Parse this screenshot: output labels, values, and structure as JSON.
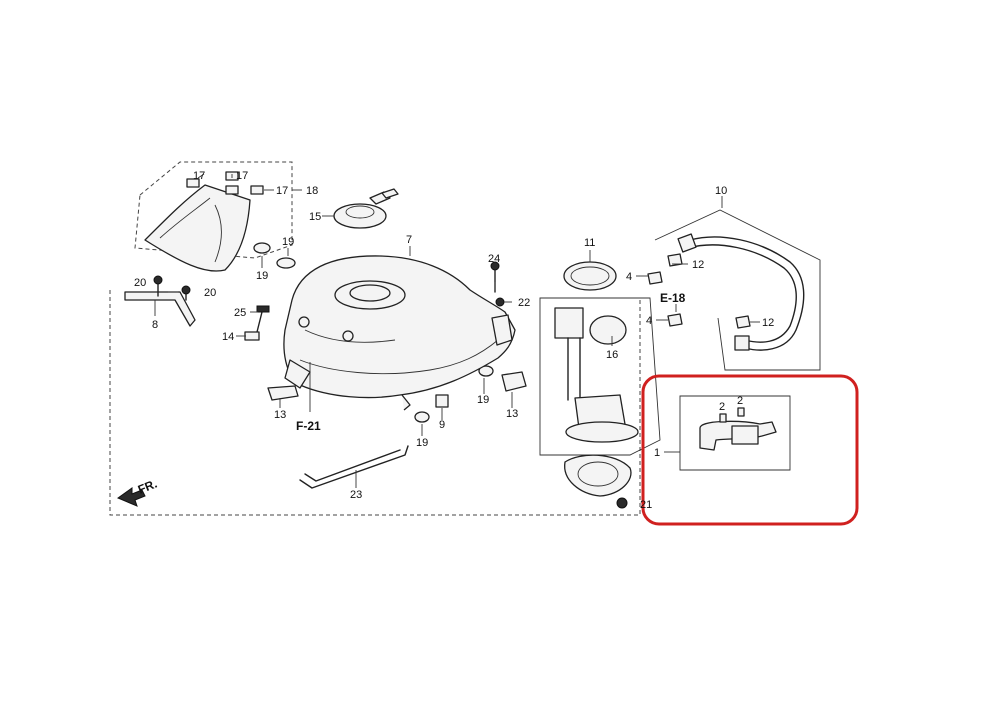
{
  "diagram": {
    "callouts": {
      "c1": "1",
      "c2a": "2",
      "c2b": "2",
      "c4a": "4",
      "c4b": "4",
      "c7": "7",
      "c8": "8",
      "c9": "9",
      "c10": "10",
      "c11": "11",
      "c12a": "12",
      "c12b": "12",
      "c13a": "13",
      "c13b": "13",
      "c14": "14",
      "c15": "15",
      "c16": "16",
      "c17a": "17",
      "c17b": "17",
      "c17c": "17",
      "c18": "18",
      "c19a": "19",
      "c19b": "19",
      "c19c": "19",
      "c19d": "19",
      "c20a": "20",
      "c20b": "20",
      "c21": "21",
      "c22": "22",
      "c23": "23",
      "c24": "24",
      "c25": "25"
    },
    "references": {
      "e18": "E-18",
      "f21": "F-21"
    },
    "direction_label": "FR.",
    "highlight_color": "#d0201f"
  }
}
